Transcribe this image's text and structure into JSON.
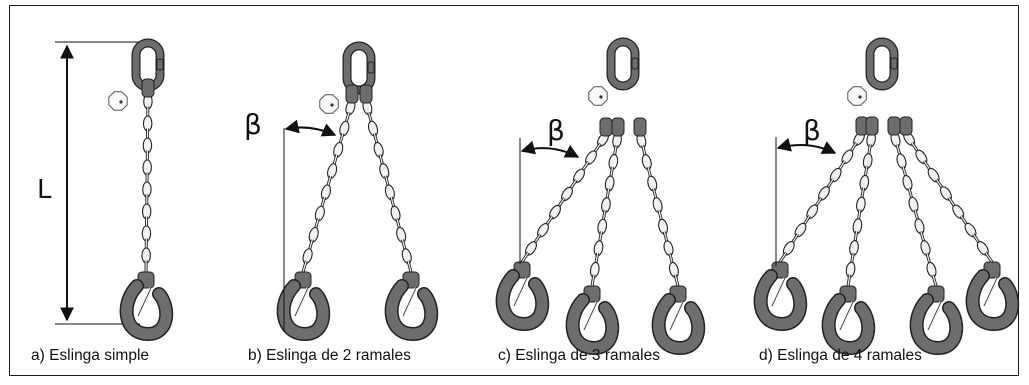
{
  "symbols": {
    "length": "L",
    "angle": "β"
  },
  "captions": [
    "a) Eslinga simple",
    "b) Eslinga de 2 ramales",
    "c) Eslinga de 3 ramales",
    "d) Eslinga de 4 ramales"
  ],
  "colors": {
    "steel": "#6d6d6d",
    "chain_link": "#f2f2f2",
    "outline": "#222222"
  }
}
